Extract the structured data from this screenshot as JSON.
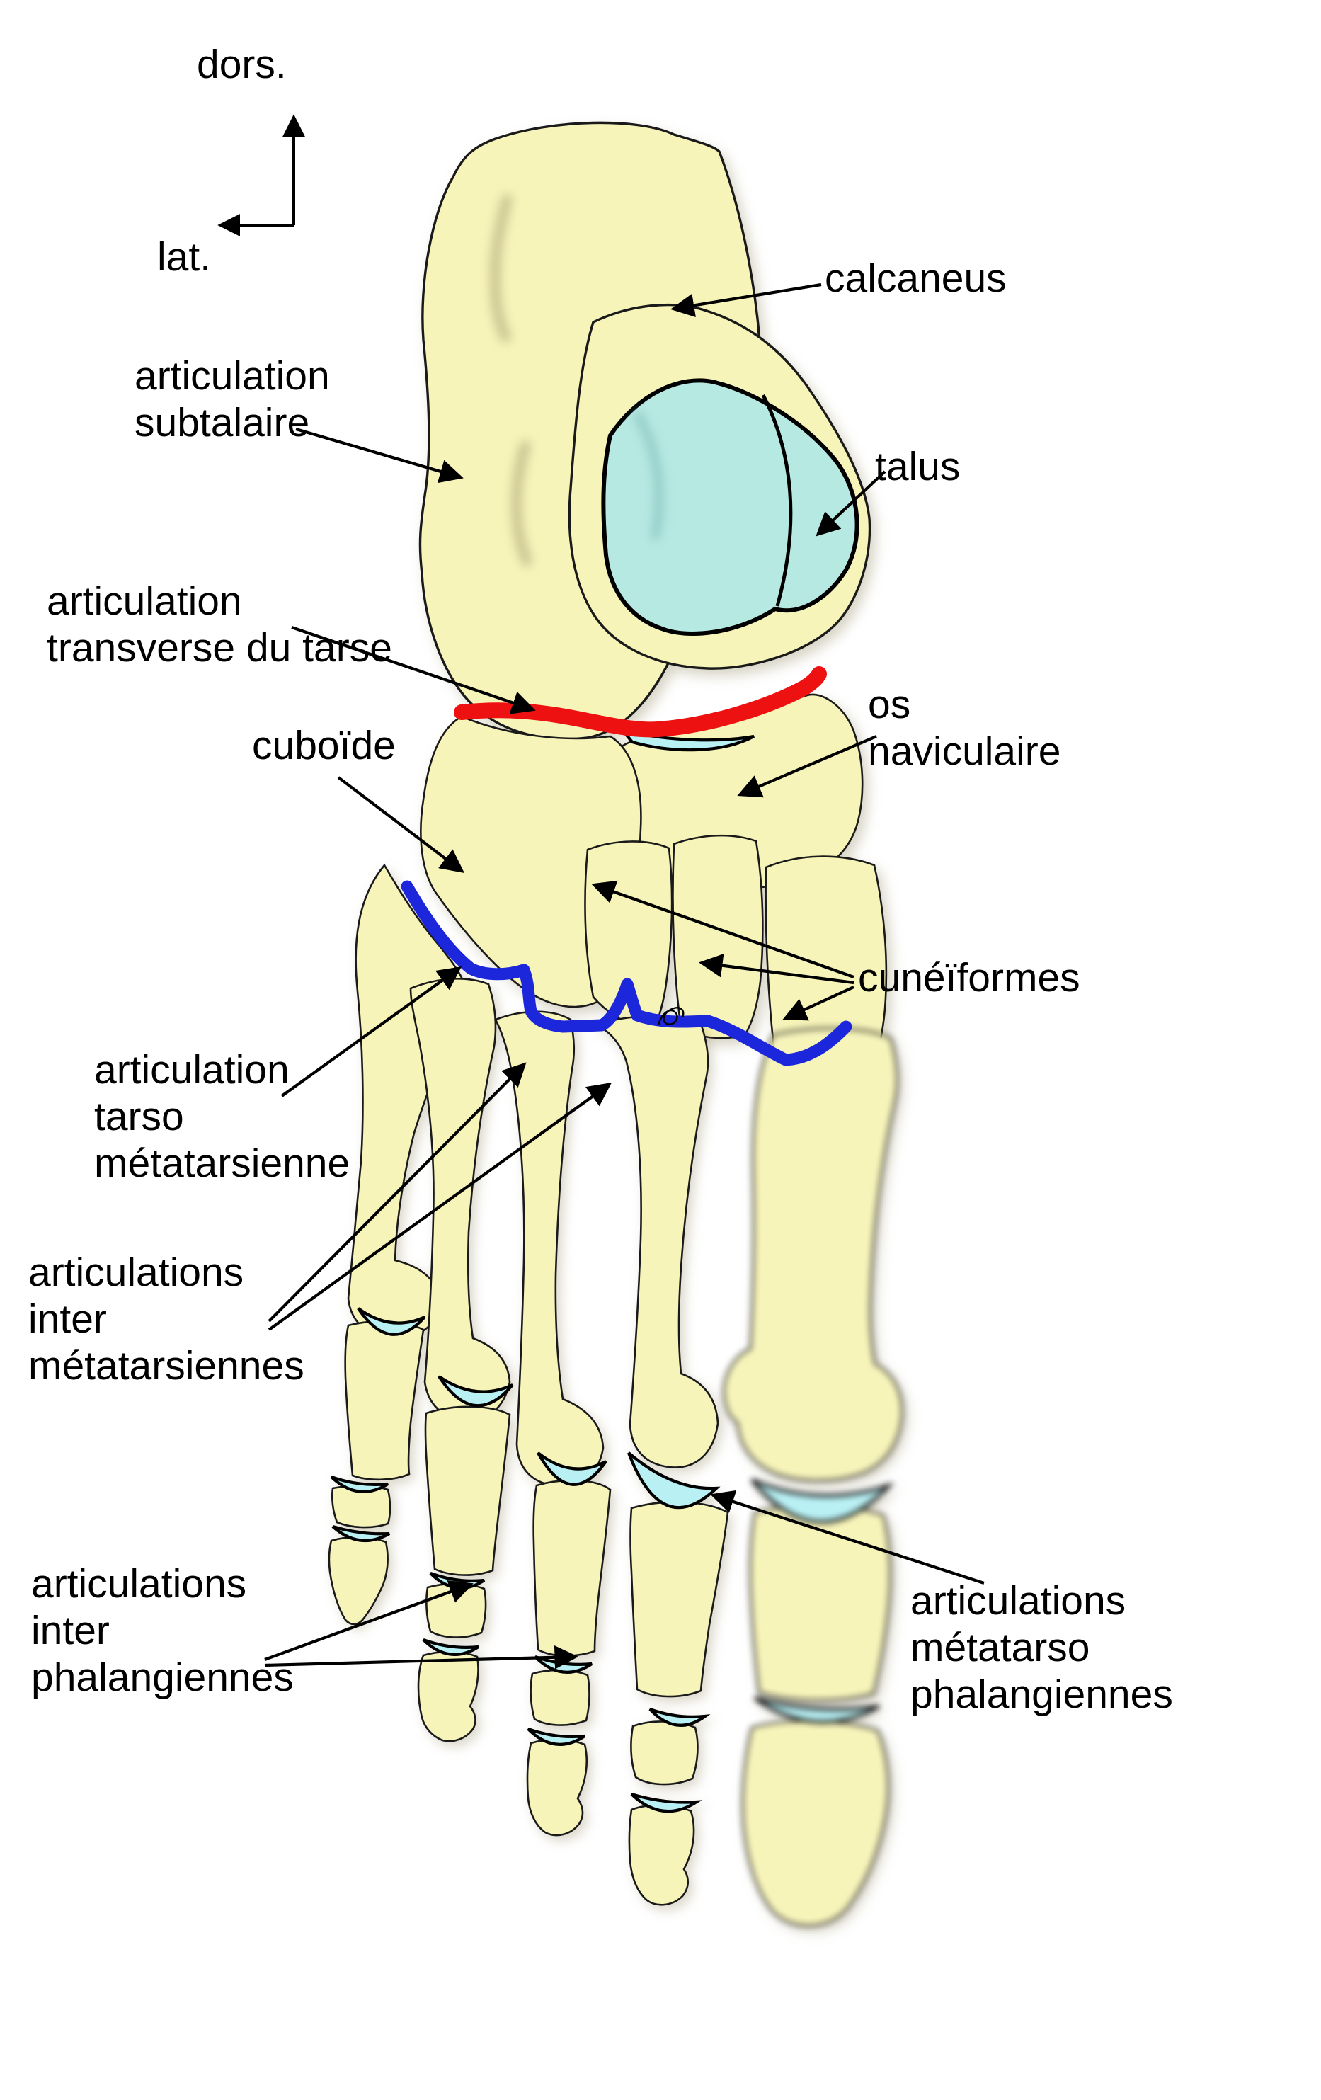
{
  "axes": {
    "vertical_label": "dors.",
    "horizontal_label": "lat."
  },
  "labels": {
    "calcaneus": "calcaneus",
    "subtalaire": "articulation\nsubtalaire",
    "talus": "talus",
    "transverse": "articulation\ntransverse du tarse",
    "cuboide": "cuboïde",
    "naviculaire": "os\nnaviculaire",
    "cuneiformes": "cunéïformes",
    "tarso_metatarsienne": "articulation\ntarso\nmétatarsienne",
    "inter_metatarsiennes": "articulations\ninter\nmétatarsiennes",
    "inter_phalangiennes": "articulations\ninter\nphalangiennes",
    "metatarso_phalangiennes": "articulations\nmétatarso\nphalangiennes"
  },
  "colors": {
    "bone": "#f7f4ba",
    "bone_edge": "#1a1a1a",
    "cartilage": "#b9f0f4",
    "talus_surface": "#b7e9e3",
    "red_line": "#ee1111",
    "blue_line": "#1c27dc",
    "background": "#ffffff",
    "text": "#000000"
  }
}
